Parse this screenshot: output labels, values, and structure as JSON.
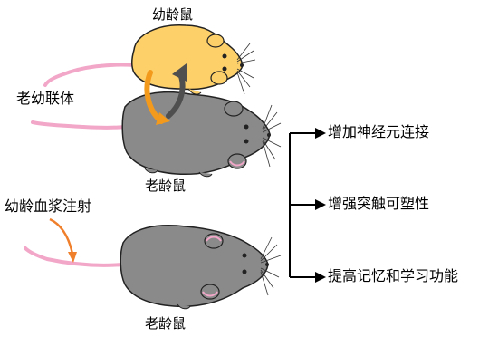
{
  "labels": {
    "young_mouse": "幼龄鼠",
    "parabiosis": "老幼联体",
    "old_mouse_top": "老龄鼠",
    "young_plasma_injection": "幼龄血浆注射",
    "old_mouse_bottom": "老龄鼠"
  },
  "outcomes": [
    {
      "text": "增加神经元连接"
    },
    {
      "text": "增强突触可塑性"
    },
    {
      "text": "提高记忆和学习功能"
    }
  ],
  "colors": {
    "young_mouse": "#fdd06a",
    "old_mouse": "#8a8a8a",
    "tail": "#f2a6c8",
    "arrow_orange": "#f39a1c",
    "arrow_gray": "#4f4f4f",
    "injection_line": "#f07f2c"
  }
}
